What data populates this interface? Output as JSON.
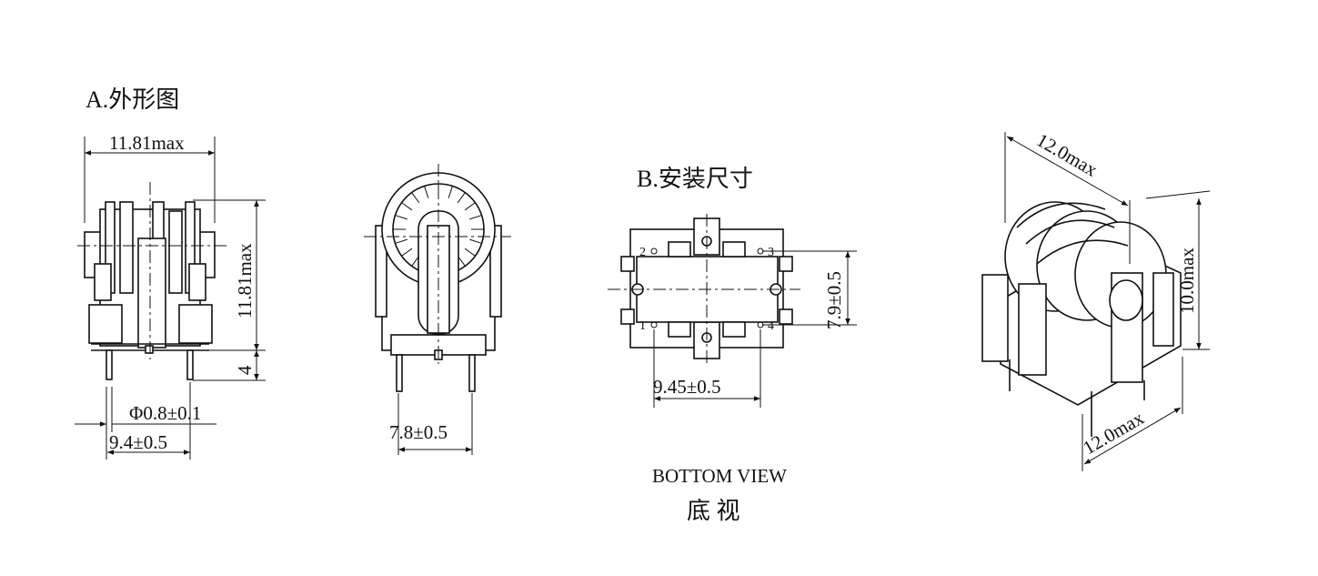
{
  "section_a": {
    "title": "A.外形图",
    "front_width": "11.81max",
    "front_height": "11.81max",
    "pin_length": "4",
    "pin_diameter": "Φ0.8±0.1",
    "pin_spacing_front": "9.4±0.5",
    "pin_spacing_side": "7.8±0.5"
  },
  "section_b": {
    "title": "B.安装尺寸",
    "pin_labels": [
      "1",
      "2",
      "3",
      "4"
    ],
    "row_spacing": "7.9±0.5",
    "column_spacing": "9.45±0.5",
    "view_label_en": "BOTTOM VIEW",
    "view_label_cn": "底 视"
  },
  "isometric": {
    "length": "12.0max",
    "height": "10.0max",
    "width": "12.0max"
  }
}
